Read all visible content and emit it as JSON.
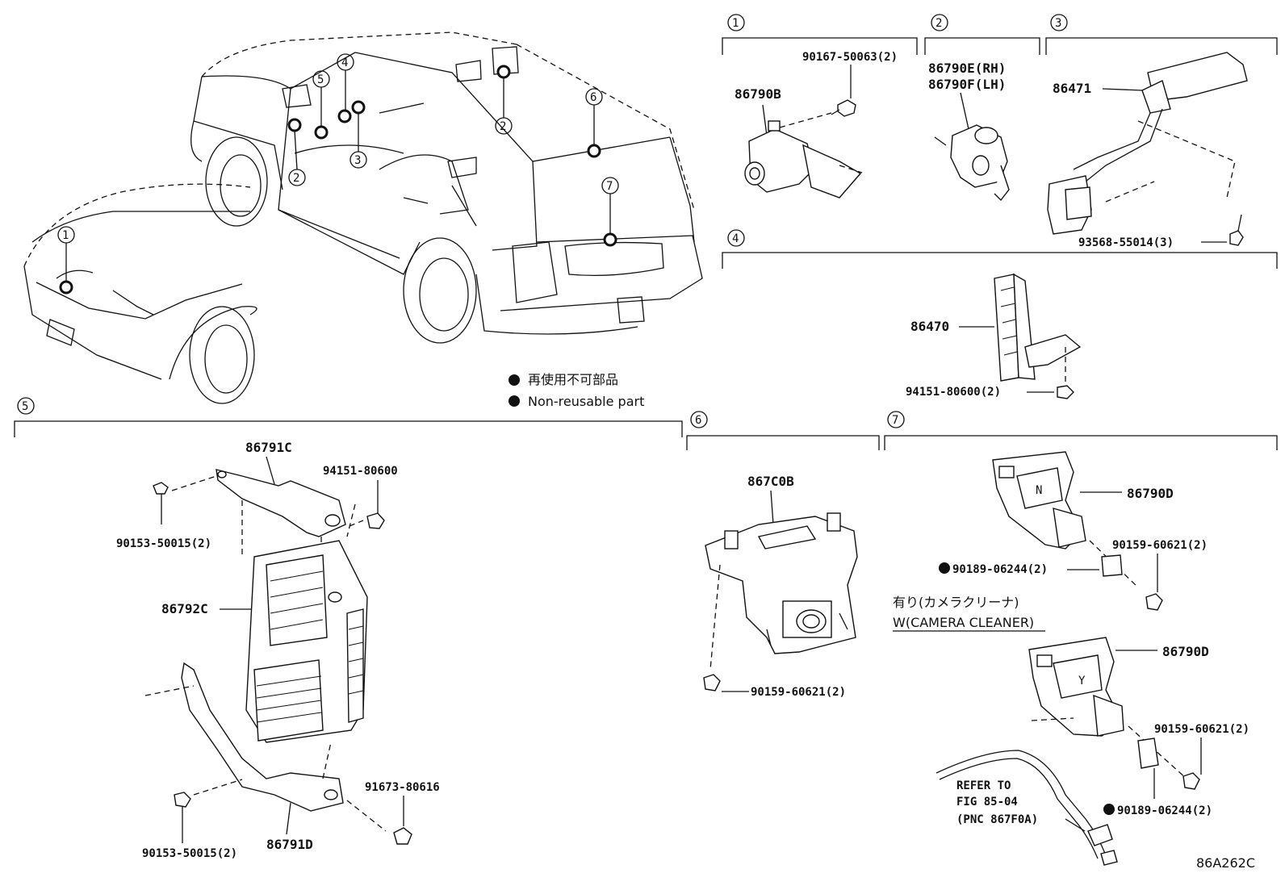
{
  "diagram_code": "86A262C",
  "legend": {
    "jp": "再使用不可部品",
    "en": "Non-reusable part"
  },
  "section_numbers": [
    "1",
    "2",
    "3",
    "4",
    "5",
    "6",
    "7"
  ],
  "vehicle_callouts": [
    "1",
    "2",
    "2",
    "3",
    "4",
    "5",
    "6",
    "7"
  ],
  "parts": {
    "s1_camera": "86790B",
    "s1_bolt": "90167-50063(2)",
    "s2_camera_rh": "86790E(RH)",
    "s2_camera_lh": "86790F(LH)",
    "s3_sensor": "86471",
    "s3_screw": "93568-55014(3)",
    "s4_ecu": "86470",
    "s4_nut": "94151-80600(2)",
    "s5_bracket_c": "86791C",
    "s5_nut": "94151-80600",
    "s5_bolt_top": "90153-50015(2)",
    "s5_computer": "86792C",
    "s5_bolt_side": "91673-80616",
    "s5_bolt_bottom": "90153-50015(2)",
    "s5_bracket_d": "86791D",
    "s6_camera": "867C0B",
    "s6_bolt": "90159-60621(2)",
    "s7_camera_a": "86790D",
    "s7_bolt_a": "90159-60621(2)",
    "s7_clip_a": "90189-06244(2)",
    "s7_variant_jp": "有り(カメラクリーナ)",
    "s7_variant_en": "W(CAMERA CLEANER)",
    "s7_camera_b": "86790D",
    "s7_bolt_b": "90159-60621(2)",
    "s7_clip_b": "90189-06244(2)",
    "s7_refer_1": "REFER TO",
    "s7_refer_2": "FIG 85-04",
    "s7_refer_3": "(PNC 867F0A)"
  }
}
